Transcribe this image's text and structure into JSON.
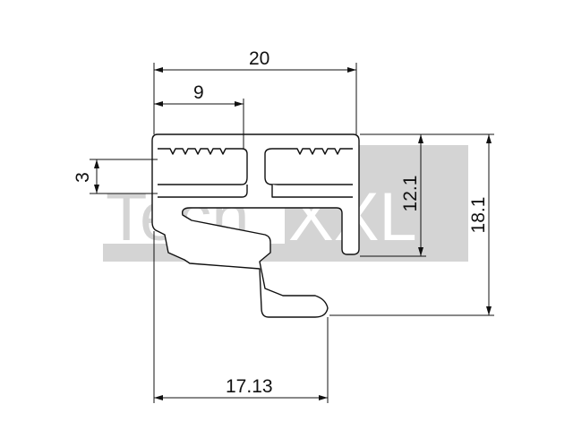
{
  "watermark": {
    "text_left": "Tech",
    "text_right": "XXL",
    "color": "#d4d4d4"
  },
  "dimensions": {
    "overall_width": "20",
    "slot_center": "9",
    "slot_width": "3",
    "upper_height": "12.1",
    "total_height": "18.1",
    "lip_width": "17.13"
  },
  "colors": {
    "line": "#111111",
    "background": "#ffffff"
  }
}
